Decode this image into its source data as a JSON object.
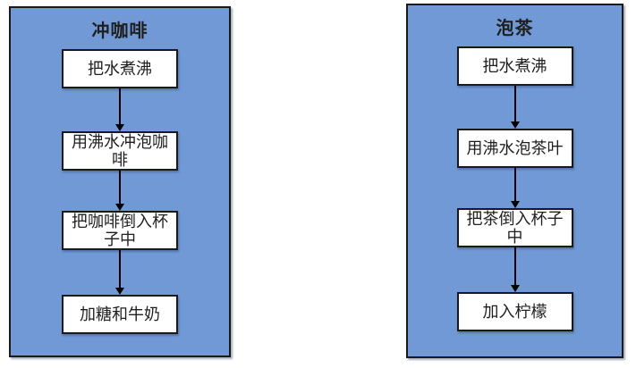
{
  "flowcharts": [
    {
      "title": "冲咖啡",
      "steps": [
        "把水煮沸",
        "用沸水冲泡咖啡",
        "把咖啡倒入杯子中",
        "加糖和牛奶"
      ]
    },
    {
      "title": "泡茶",
      "steps": [
        "把水煮沸",
        "用沸水泡茶叶",
        "把茶倒入杯子中",
        "加入柠檬"
      ]
    }
  ],
  "colors": {
    "panel_fill": "#7099D6",
    "panel_border": "#1a1a1a",
    "box_fill": "#ffffff",
    "box_border": "#1a1a1a",
    "arrow": "#000000",
    "text": "#1f1f1f"
  }
}
